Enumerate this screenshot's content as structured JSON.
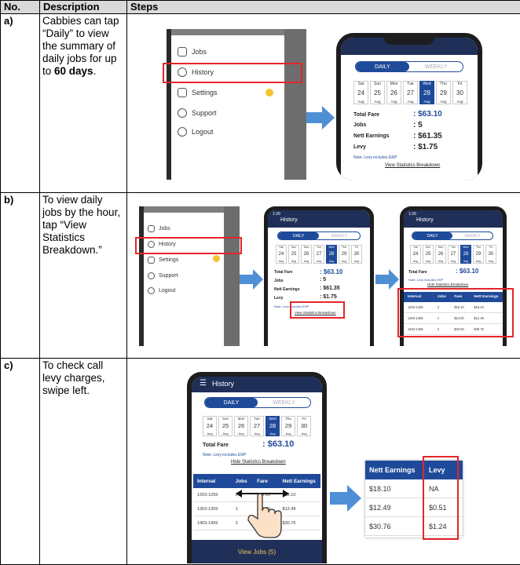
{
  "headers": {
    "no": "No.",
    "description": "Description",
    "steps": "Steps"
  },
  "rows": [
    {
      "no": "a)",
      "description_parts": [
        "Cabbies can tap “Daily” to view the summary of daily jobs for up to ",
        "60 days",
        "."
      ]
    },
    {
      "no": "b)",
      "description": "To view daily jobs by the hour, tap “View Statistics Breakdown.”"
    },
    {
      "no": "c)",
      "description": "To check call levy charges, swipe left."
    }
  ],
  "menu": {
    "jobs": "Jobs",
    "history": "History",
    "settings": "Settings",
    "support": "Support",
    "logout": "Logout"
  },
  "screen": {
    "title": "History",
    "time": "1:39",
    "tab_daily": "DAILY",
    "tab_weekly": "WEEKLY",
    "days": [
      {
        "dow": "Sat",
        "date": "24",
        "mon": "Aug"
      },
      {
        "dow": "Sun",
        "date": "25",
        "mon": "Aug"
      },
      {
        "dow": "Mon",
        "date": "26",
        "mon": "Aug"
      },
      {
        "dow": "Tue",
        "date": "27",
        "mon": "Aug"
      },
      {
        "dow": "Wed",
        "date": "28",
        "mon": "Aug"
      },
      {
        "dow": "Thu",
        "date": "29",
        "mon": "Aug"
      },
      {
        "dow": "Fri",
        "date": "30",
        "mon": "Aug"
      }
    ],
    "selected_day_index": 4,
    "total_fare_label": "Total Fare",
    "total_fare": ": $63.10",
    "jobs_label": "Jobs",
    "jobs": ": 5",
    "nett_label": "Nett Earnings",
    "nett": ": $61.35",
    "levy_label": "Levy",
    "levy": ": $1.75",
    "note": "Note: Levy includes ERP",
    "view_link": "View Statistics Breakdown",
    "hide_link": "Hide Statistics Breakdown",
    "view_jobs": "View Jobs (5)"
  },
  "breakdown": {
    "columns": [
      "Interval",
      "Jobs",
      "Fare",
      "Nett Earnings"
    ],
    "rows": [
      [
        "1203-1259",
        "2",
        "$18.10",
        "$18.10"
      ],
      [
        "1303-1359",
        "1",
        "$13.00",
        "$12.49"
      ],
      [
        "1403-1459",
        "2",
        "$32.00",
        "$30.76"
      ]
    ]
  },
  "levy_zoom": {
    "columns": [
      "Nett Earnings",
      "Levy"
    ],
    "rows": [
      [
        "$18.10",
        "NA"
      ],
      [
        "$12.49",
        "$0.51"
      ],
      [
        "$30.76",
        "$1.24"
      ]
    ]
  },
  "colors": {
    "navy": "#1f2f57",
    "blue": "#1f4a9a",
    "red": "#e5252a",
    "arrow": "#4f8fd6"
  }
}
